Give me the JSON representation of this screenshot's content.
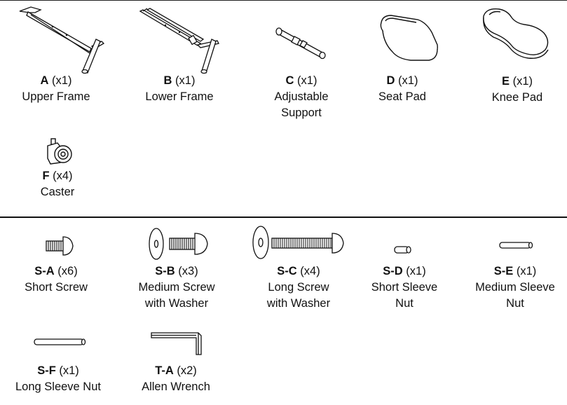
{
  "parts": {
    "A": {
      "code": "A",
      "qty": "(x1)",
      "line1": "Upper Frame",
      "line2": ""
    },
    "B": {
      "code": "B",
      "qty": "(x1)",
      "line1": "Lower Frame",
      "line2": ""
    },
    "C": {
      "code": "C",
      "qty": "(x1)",
      "line1": "Adjustable",
      "line2": "Support"
    },
    "D": {
      "code": "D",
      "qty": "(x1)",
      "line1": "Seat Pad",
      "line2": ""
    },
    "E": {
      "code": "E",
      "qty": "(x1)",
      "line1": "Knee Pad",
      "line2": ""
    },
    "F": {
      "code": "F",
      "qty": "(x4)",
      "line1": "Caster",
      "line2": ""
    },
    "SA": {
      "code": "S-A",
      "qty": "(x6)",
      "line1": "Short Screw",
      "line2": ""
    },
    "SB": {
      "code": "S-B",
      "qty": "(x3)",
      "line1": "Medium Screw",
      "line2": "with Washer"
    },
    "SC": {
      "code": "S-C",
      "qty": "(x4)",
      "line1": "Long Screw",
      "line2": "with Washer"
    },
    "SD": {
      "code": "S-D",
      "qty": "(x1)",
      "line1": "Short Sleeve",
      "line2": "Nut"
    },
    "SE": {
      "code": "S-E",
      "qty": "(x1)",
      "line1": "Medium Sleeve",
      "line2": "Nut"
    },
    "SF": {
      "code": "S-F",
      "qty": "(x1)",
      "line1": "Long Sleeve Nut",
      "line2": ""
    },
    "TA": {
      "code": "T-A",
      "qty": "(x2)",
      "line1": "Allen Wrench",
      "line2": ""
    }
  }
}
